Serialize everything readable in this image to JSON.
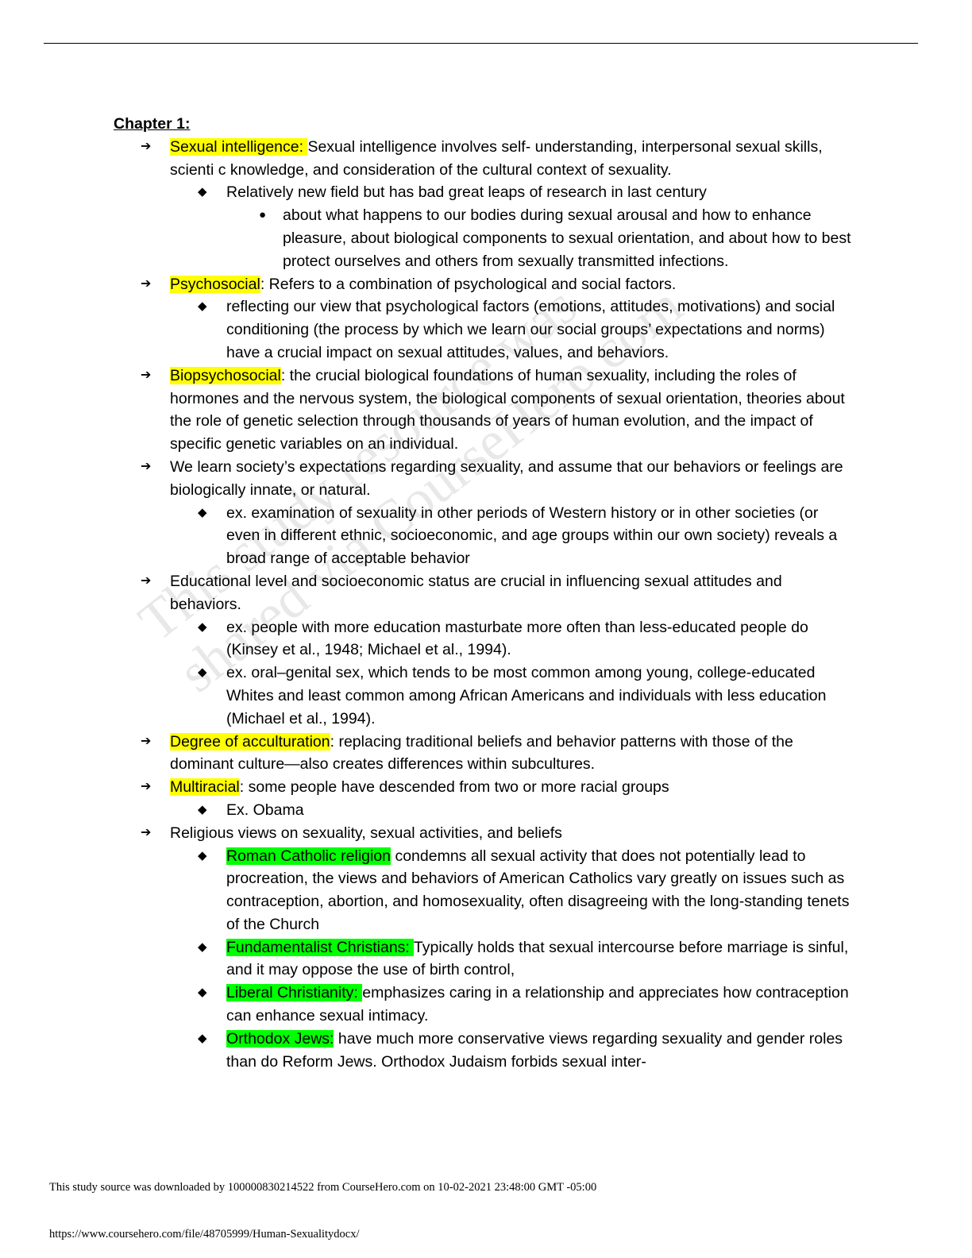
{
  "document": {
    "title": "Chapter 1:",
    "items": [
      {
        "level": 1,
        "marker": "➔",
        "term": " Sexual intelligence: ",
        "highlight": "yellow",
        "text": "Sexual intelligence involves self- understanding, interpersonal sexual skills, scienti c knowledge, and consideration of the cultural context of sexuality."
      },
      {
        "level": 2,
        "marker": "◆",
        "term": "",
        "highlight": "",
        "text": "Relatively new field but has bad great leaps of research in last century"
      },
      {
        "level": 3,
        "marker": "●",
        "term": "",
        "highlight": "",
        "text": "about what happens to our bodies during sexual arousal and how to enhance pleasure, about biological components to sexual orientation, and about how to best protect ourselves and others from sexually transmitted infections."
      },
      {
        "level": 1,
        "marker": "➔",
        "term": " Psychosocial",
        "highlight": "yellow",
        "text": ": Refers to a combination of psychological and social factors."
      },
      {
        "level": 2,
        "marker": "◆",
        "term": "",
        "highlight": "",
        "text": "reflecting our view that psychological factors (emotions, attitudes, motivations) and social conditioning (the process by which we learn our social groups’ expectations and norms) have a crucial impact on sexual attitudes, values, and behaviors."
      },
      {
        "level": 1,
        "marker": "➔",
        "term": " Biopsychosocial",
        "highlight": "yellow",
        "text": ":  the crucial biological foundations of human sexuality, including the roles of hormones and the nervous system, the biological components of sexual orientation, theories about the role of genetic selection through thousands of years of human evolution, and the impact of specific genetic variables on an individual."
      },
      {
        "level": 1,
        "marker": "➔",
        "term": "",
        "highlight": "",
        "text": "We learn society’s expectations regarding sexuality, and  assume that our behaviors or feelings are biologically innate, or natural."
      },
      {
        "level": 2,
        "marker": "◆",
        "term": "",
        "highlight": "",
        "text": "ex. examination of sexuality in other periods of Western history or in other societies (or even in different ethnic, socioeconomic, and age groups within our own society) reveals a broad range of acceptable behavior"
      },
      {
        "level": 1,
        "marker": "➔",
        "term": "",
        "highlight": "",
        "text": "Educational level and socioeconomic status are crucial in influencing sexual attitudes and behaviors."
      },
      {
        "level": 2,
        "marker": "◆",
        "term": "",
        "highlight": "",
        "text": "ex. people with more education masturbate more often than less-educated people do (Kinsey et al., 1948; Michael et al., 1994)."
      },
      {
        "level": 2,
        "marker": "◆",
        "term": "",
        "highlight": "",
        "text": "ex. oral–genital sex, which tends to be most common among young, college-educated Whites and least common among African Americans and individuals with less education (Michael et al., 1994)."
      },
      {
        "level": 1,
        "marker": "➔",
        "term": " Degree of acculturation",
        "highlight": "yellow",
        "text": ": replacing traditional beliefs and behavior patterns with those of the dominant culture—also creates differences within subcultures."
      },
      {
        "level": 1,
        "marker": "➔",
        "term": " Multiracial",
        "highlight": "yellow",
        "text": ": some people have descended from two or more racial groups"
      },
      {
        "level": 2,
        "marker": "◆",
        "term": "",
        "highlight": "",
        "text": "Ex. Obama"
      },
      {
        "level": 1,
        "marker": "➔",
        "term": "",
        "highlight": "",
        "text": "Religious views on sexuality, sexual activities, and beliefs"
      },
      {
        "level": 2,
        "marker": "◆",
        "term": " Roman Catholic religion",
        "highlight": "green",
        "text": " condemns all sexual activity that does not potentially lead to procreation, the views and behaviors of American Catholics vary greatly on issues such as contraception, abortion, and homosexuality, often disagreeing with the long-standing tenets of the Church"
      },
      {
        "level": 2,
        "marker": "◆",
        "term": " Fundamentalist Christians: ",
        "highlight": "green",
        "text": "Typically holds that sexual intercourse before marriage is sinful, and it may oppose the use of birth control,"
      },
      {
        "level": 2,
        "marker": "◆",
        "term": " Liberal Christianity: ",
        "highlight": "green",
        "text": "emphasizes caring in a relationship and appreciates how contraception can enhance sexual intimacy."
      },
      {
        "level": 2,
        "marker": "◆",
        "term": "  Orthodox Jews:",
        "highlight": "green",
        "text": " have much more conservative views regarding sexuality and gender roles than do Reform Jews.  Orthodox Judaism forbids sexual inter-"
      }
    ]
  },
  "watermark": {
    "lines": [
      "This study resource was",
      "shared via CourseHero.com"
    ]
  },
  "footer": {
    "download_notice": "This study source was downloaded by 100000830214522 from CourseHero.com on 10-02-2021 23:48:00 GMT -05:00",
    "url": "https://www.coursehero.com/file/48705999/Human-Sexualitydocx/"
  }
}
